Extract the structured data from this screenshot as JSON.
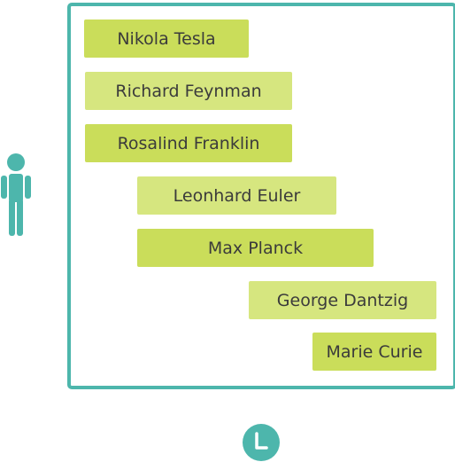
{
  "colors": {
    "frame": "#4db6ac",
    "icon": "#4db6ac",
    "bar_dark": "#cadd5a",
    "bar_light": "#d6e67f",
    "text": "#3b3b3b"
  },
  "icons": {
    "person": "person-icon",
    "clock": "clock-icon"
  },
  "bars": [
    {
      "label": "Nikola Tesla",
      "shade": "dark"
    },
    {
      "label": "Richard Feynman",
      "shade": "light"
    },
    {
      "label": "Rosalind Franklin",
      "shade": "dark"
    },
    {
      "label": "Leonhard Euler",
      "shade": "light"
    },
    {
      "label": "Max Planck",
      "shade": "dark"
    },
    {
      "label": "George Dantzig",
      "shade": "light"
    },
    {
      "label": "Marie Curie",
      "shade": "dark"
    }
  ]
}
